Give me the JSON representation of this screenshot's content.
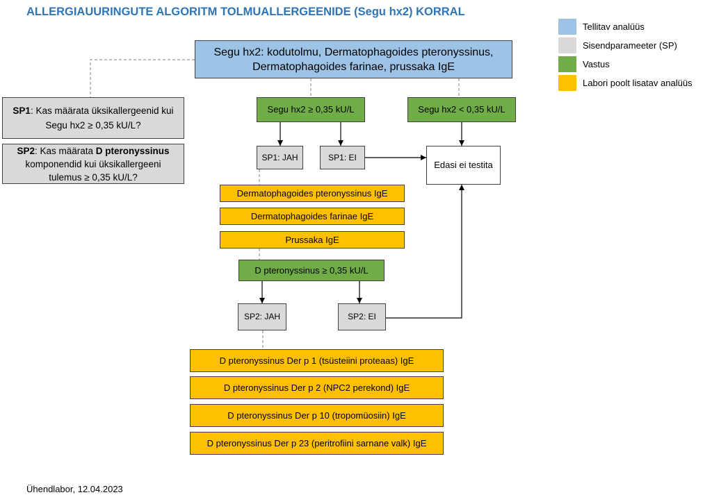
{
  "title": "ALLERGIAUURINGUTE ALGORITM TOLMUALLERGEENIDE (Segu hx2) KORRAL",
  "legend": [
    {
      "label": "Tellitav analüüs",
      "color": "#9DC3E6"
    },
    {
      "label": "Sisendparameeter (SP)",
      "color": "#D9D9D9"
    },
    {
      "label": "Vastus",
      "color": "#70AD47"
    },
    {
      "label": "Labori poolt lisatav analüüs",
      "color": "#FFC000"
    }
  ],
  "ordered_test": {
    "line1": "Segu hx2: kodutolmu, Dermatophagoides pteronyssinus,",
    "line2": "Dermatophagoides farinae, prussaka IgE"
  },
  "sp_questions": [
    {
      "label": "SP1",
      "line1": ": Kas määrata üksikallergeenid kui",
      "line2": "Segu hx2 ≥ 0,35 kU/L?"
    },
    {
      "label": "SP2",
      "line1": ": Kas määrata ",
      "line1_bold": "D pteronyssinus",
      "line2": "komponendid kui üksikallergeeni",
      "line3": "tulemus ≥ 0,35 kU/L?"
    }
  ],
  "results": {
    "mix_positive": "Segu hx2 ≥ 0,35 kU/L",
    "mix_negative": "Segu hx2 < 0,35 kU/L",
    "dpt_positive": "D pteronyssinus ≥ 0,35 kU/L"
  },
  "decisions": {
    "sp1_yes": "SP1: JAH",
    "sp1_no": "SP1: EI",
    "sp2_yes": "SP2: JAH",
    "sp2_no": "SP2: EI"
  },
  "end_node": "Edasi ei testita",
  "single_allergens": [
    "Dermatophagoides pteronyssinus IgE",
    "Dermatophagoides farinae IgE",
    "Prussaka IgE"
  ],
  "components": [
    "D pteronyssinus Der p 1 (tsüsteiini proteaas) IgE",
    "D pteronyssinus Der p 2 (NPC2 perekond) IgE",
    "D pteronyssinus Der p 10 (tropomüosiin) IgE",
    "D pteronyssinus Der p 23 (peritrofiini sarnane valk) IgE"
  ],
  "footer": "Ühendlabor, 12.04.2023"
}
